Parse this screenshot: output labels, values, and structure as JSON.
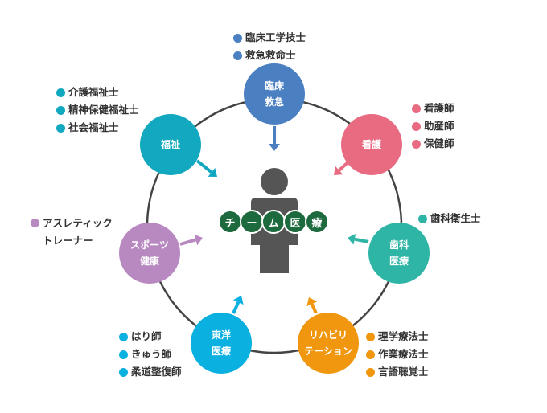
{
  "center": {
    "title_chars": [
      "チ",
      "ー",
      "ム",
      "医",
      "療"
    ],
    "color": "#1d6a3e",
    "person_color": "#555555"
  },
  "nodes": [
    {
      "label": "臨床\n救急",
      "color": "#4a7fc1",
      "items": [
        "臨床工学技士",
        "救急救命士"
      ]
    },
    {
      "label": "看護",
      "color": "#e96b82",
      "items": [
        "看護師",
        "助産師",
        "保健師"
      ]
    },
    {
      "label": "歯科\n医療",
      "color": "#2fb5a5",
      "items": [
        "歯科衛生士"
      ]
    },
    {
      "label": "リハビリ\nテーション",
      "color": "#f0960f",
      "items": [
        "理学療法士",
        "作業療法士",
        "言語聴覚士"
      ]
    },
    {
      "label": "東洋\n医療",
      "color": "#0ab0e0",
      "items": [
        "はり師",
        "きゅう師",
        "柔道整復師"
      ]
    },
    {
      "label": "スポーツ\n健康",
      "color": "#b889c1",
      "items": [
        "アスレティック\nトレーナー"
      ]
    },
    {
      "label": "福祉",
      "color": "#12a9c0",
      "items": [
        "介護福祉士",
        "精神保健福祉士",
        "社会福祉士"
      ]
    }
  ]
}
